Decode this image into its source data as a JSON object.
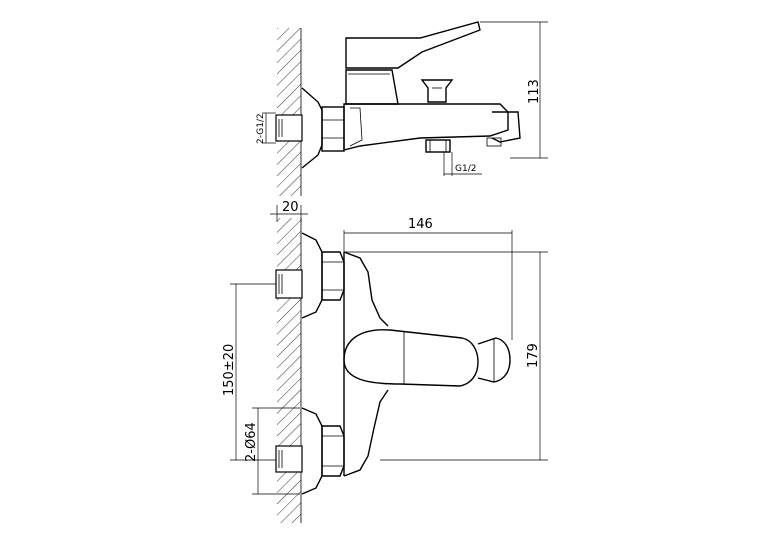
{
  "dimensions": {
    "top_height": "113",
    "top_thread_left": "2-G1/2",
    "top_thread_bottom": "G1/2",
    "wall_thickness": "20",
    "overall_width": "146",
    "overall_height": "179",
    "center_distance": "150±20",
    "flange_diameter": "2-Ø64"
  }
}
